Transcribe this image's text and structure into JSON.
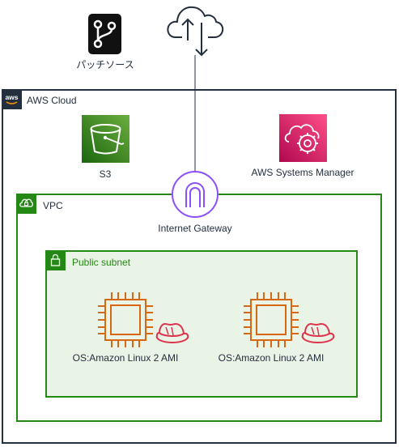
{
  "patch_source": {
    "label": "パッチソース"
  },
  "aws_cloud": {
    "label": "AWS Cloud",
    "logo_text": "aws"
  },
  "s3": {
    "label": "S3"
  },
  "ssm": {
    "label": "AWS Systems Manager"
  },
  "vpc": {
    "label": "VPC"
  },
  "igw": {
    "label": "Internet Gateway"
  },
  "subnet": {
    "label": "Public subnet"
  },
  "instances": [
    {
      "label": "OS:Amazon Linux 2 AMI"
    },
    {
      "label": "OS:Amazon Linux 2 AMI"
    }
  ],
  "colors": {
    "dark": "#232F3E",
    "s3_green": "#3F8624",
    "ssm_pink": "#C7215D",
    "igw_purple": "#8C4FFF",
    "vpc_green": "#248814",
    "ec2_orange": "#D86613",
    "hat_red": "#DD344C"
  }
}
